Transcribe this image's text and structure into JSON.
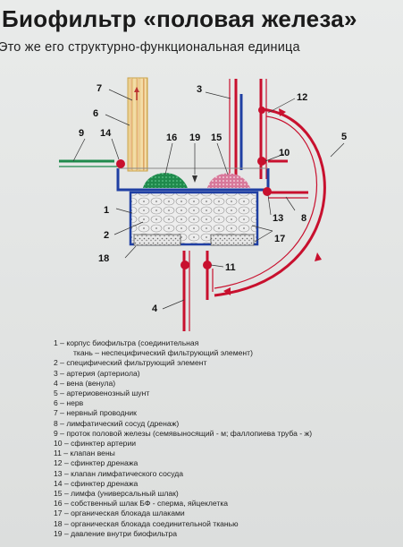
{
  "title": "Биофильтр «половая железа»",
  "subtitle": "Это же его структурно-функциональная единица",
  "diagram": {
    "labels": [
      "1",
      "2",
      "3",
      "4",
      "5",
      "6",
      "7",
      "8",
      "9",
      "10",
      "11",
      "12",
      "13",
      "14",
      "15",
      "16",
      "17",
      "17",
      "18",
      "19"
    ]
  },
  "legend": [
    {
      "text": "1 – корпус биофильтра (соединительная"
    },
    {
      "text": "ткань – неспецифический фильтрующий элемент)",
      "cont": true
    },
    {
      "text": "2 – специфический фильтрующий элемент"
    },
    {
      "text": "3 – артерия (артериола)"
    },
    {
      "text": "4 – вена (венула)"
    },
    {
      "text": "5 – артериовенозный шунт"
    },
    {
      "text": "6 – нерв"
    },
    {
      "text": "7 – нервный проводник"
    },
    {
      "text": "8 – лимфатический сосуд (дренаж)"
    },
    {
      "text": "9 – проток половой железы (семявыносящий - м; фаллопиева труба - ж)"
    },
    {
      "text": "10 – сфинктер артерии"
    },
    {
      "text": "11 – клапан вены"
    },
    {
      "text": "12 – сфинктер дренажа"
    },
    {
      "text": "13 – клапан лимфатического сосуда"
    },
    {
      "text": "14 – сфинктер дренажа"
    },
    {
      "text": "15 – лимфа (универсальный шлак)"
    },
    {
      "text": "16 – собственный шлак БФ - сперма, яйцеклетка"
    },
    {
      "text": "17 – органическая блокада шлаками"
    },
    {
      "text": "18 – органическая блокада соединительной тканью"
    },
    {
      "text": "19 – давление внутри биофильтра"
    }
  ]
}
